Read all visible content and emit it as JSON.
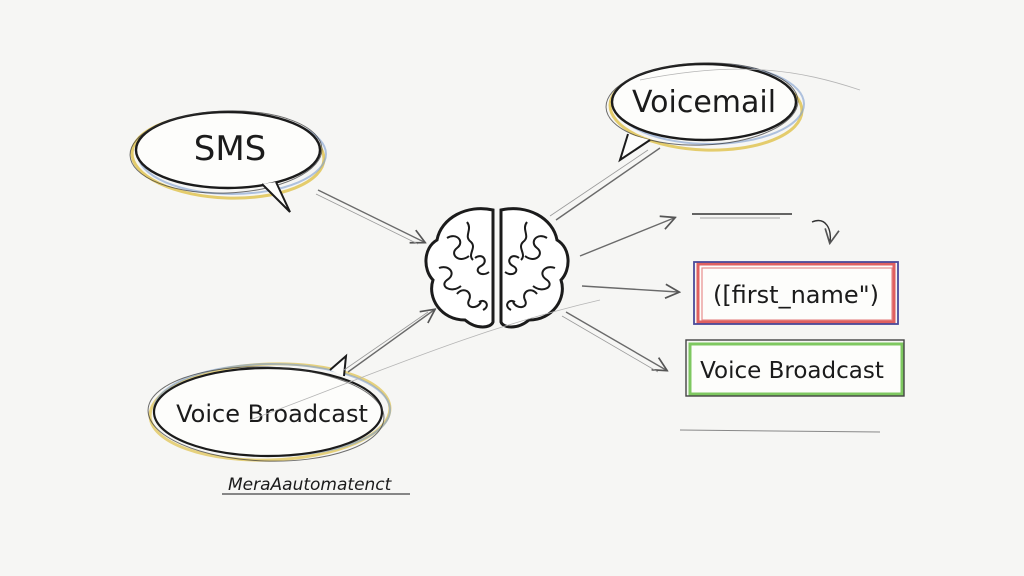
{
  "nodes": {
    "sms": {
      "label": "SMS"
    },
    "voicemail": {
      "label": "Voicemail"
    },
    "voice_broadcast_left": {
      "label": "Voice Broadcast"
    },
    "first_name": {
      "label": "([first_name\")"
    },
    "voice_broadcast_right": {
      "label": "Voice Broadcast"
    },
    "caption": {
      "label": "MeraAautomatenct"
    }
  },
  "colors": {
    "ink": "#1b1b1b",
    "pencil_grey": "#8a8a8a",
    "accent_blue": "#7f9fcf",
    "accent_yellow": "#e0c24a",
    "accent_red": "#e06060",
    "accent_green": "#7ec860",
    "background": "#f6f6f4"
  },
  "icons": {
    "center": "brain-icon"
  }
}
